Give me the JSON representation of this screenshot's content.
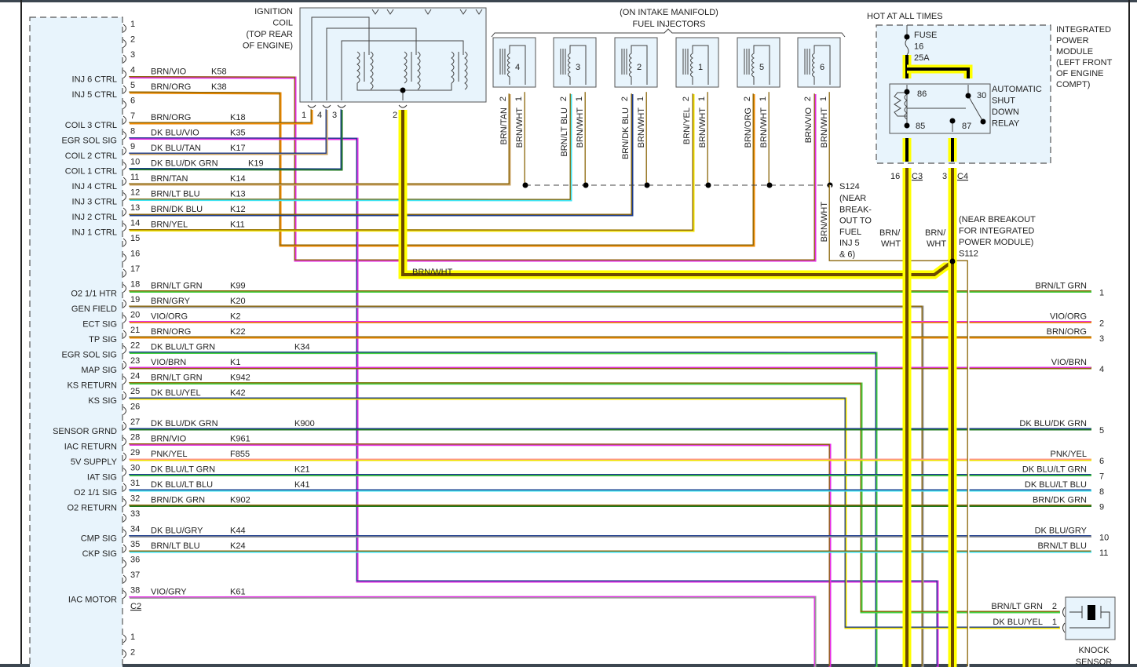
{
  "wire_colors": {
    "BRN": "#8b6508",
    "VIO": "#e62ee6",
    "ORG": "#f08a00",
    "DK BLU": "#1c3c8c",
    "TAN": "#c8a060",
    "DK GRN": "#1f7a1f",
    "LT BLU": "#3fe3f0",
    "YEL": "#f0e000",
    "LT GRN": "#44d040",
    "GRY": "#9a9a9a",
    "PNK": "#ff9090",
    "WHT": "#ffffff"
  },
  "highlight_color": "#ffff00",
  "ecm": {
    "pins": [
      {
        "pin": "1"
      },
      {
        "pin": "2"
      },
      {
        "pin": "3"
      },
      {
        "pin": "4",
        "func": "INJ 6 CTRL",
        "color": "BRN/VIO",
        "circuit": "K58"
      },
      {
        "pin": "5",
        "func": "INJ 5 CTRL",
        "color": "BRN/ORG",
        "circuit": "K38"
      },
      {
        "pin": "6"
      },
      {
        "pin": "7",
        "func": "COIL 3 CTRL",
        "color": "BRN/ORG",
        "circuit": "K18"
      },
      {
        "pin": "8",
        "func": "EGR SOL SIG",
        "color": "DK BLU/VIO",
        "circuit": "K35"
      },
      {
        "pin": "9",
        "func": "COIL 2 CTRL",
        "color": "DK BLU/TAN",
        "circuit": "K17"
      },
      {
        "pin": "10",
        "func": "COIL 1 CTRL",
        "color": "DK BLU/DK GRN",
        "circuit": "K19"
      },
      {
        "pin": "11",
        "func": "INJ 4 CTRL",
        "color": "BRN/TAN",
        "circuit": "K14"
      },
      {
        "pin": "12",
        "func": "INJ 3 CTRL",
        "color": "BRN/LT BLU",
        "circuit": "K13"
      },
      {
        "pin": "13",
        "func": "INJ 2 CTRL",
        "color": "BRN/DK BLU",
        "circuit": "K12"
      },
      {
        "pin": "14",
        "func": "INJ 1 CTRL",
        "color": "BRN/YEL",
        "circuit": "K11"
      },
      {
        "pin": "15"
      },
      {
        "pin": "16"
      },
      {
        "pin": "17"
      },
      {
        "pin": "18",
        "func": "O2 1/1 HTR",
        "color": "BRN/LT GRN",
        "circuit": "K99",
        "right_pin": "1"
      },
      {
        "pin": "19",
        "func": "GEN FIELD",
        "color": "BRN/GRY",
        "circuit": "K20"
      },
      {
        "pin": "20",
        "func": "ECT SIG",
        "color": "VIO/ORG",
        "circuit": "K2",
        "right_pin": "2"
      },
      {
        "pin": "21",
        "func": "TP SIG",
        "color": "BRN/ORG",
        "circuit": "K22",
        "right_pin": "3"
      },
      {
        "pin": "22",
        "func": "EGR SOL SIG",
        "color": "DK BLU/LT GRN",
        "circuit": "K34"
      },
      {
        "pin": "23",
        "func": "MAP SIG",
        "color": "VIO/BRN",
        "circuit": "K1",
        "right_pin": "4"
      },
      {
        "pin": "24",
        "func": "KS RETURN",
        "color": "BRN/LT GRN",
        "circuit": "K942"
      },
      {
        "pin": "25",
        "func": "KS SIG",
        "color": "DK BLU/YEL",
        "circuit": "K42"
      },
      {
        "pin": "26"
      },
      {
        "pin": "27",
        "func": "SENSOR GRND",
        "color": "DK BLU/DK GRN",
        "circuit": "K900",
        "right_pin": "5"
      },
      {
        "pin": "28",
        "func": "IAC RETURN",
        "color": "BRN/VIO",
        "circuit": "K961"
      },
      {
        "pin": "29",
        "func": "5V SUPPLY",
        "color": "PNK/YEL",
        "circuit": "F855",
        "right_pin": "6"
      },
      {
        "pin": "30",
        "func": "IAT SIG",
        "color": "DK BLU/LT GRN",
        "circuit": "K21",
        "right_pin": "7"
      },
      {
        "pin": "31",
        "func": "O2 1/1 SIG",
        "color": "DK BLU/LT BLU",
        "circuit": "K41",
        "right_pin": "8"
      },
      {
        "pin": "32",
        "func": "O2 RETURN",
        "color": "BRN/DK GRN",
        "circuit": "K902",
        "right_pin": "9"
      },
      {
        "pin": "33"
      },
      {
        "pin": "34",
        "func": "CMP SIG",
        "color": "DK BLU/GRY",
        "circuit": "K44",
        "right_pin": "10"
      },
      {
        "pin": "35",
        "func": "CKP SIG",
        "color": "BRN/LT BLU",
        "circuit": "K24",
        "right_pin": "11"
      },
      {
        "pin": "36"
      },
      {
        "pin": "37"
      },
      {
        "pin": "38",
        "func": "IAC MOTOR",
        "color": "VIO/GRY",
        "circuit": "K61"
      }
    ],
    "connector_label": "C2",
    "next_connector_pins": [
      "1",
      "2"
    ]
  },
  "ignition_coil": {
    "label": [
      "IGNITION",
      "COIL",
      "(TOP REAR",
      "OF ENGINE)"
    ],
    "pins": [
      "1",
      "4",
      "3",
      "2"
    ],
    "output_wire": "BRN/WHT"
  },
  "fuel_injectors": {
    "label": [
      "(ON INTAKE MANIFOLD)",
      "FUEL INJECTORS"
    ],
    "items": [
      {
        "num": "4",
        "pin2_label": "2",
        "pin1_label": "1",
        "pin2_color": "BRN/TAN",
        "pin1_color": "BRN/WHT"
      },
      {
        "num": "3",
        "pin2_label": "2",
        "pin1_label": "1",
        "pin2_color": "BRN/LT BLU",
        "pin1_color": "BRN/WHT"
      },
      {
        "num": "2",
        "pin2_label": "2",
        "pin1_label": "1",
        "pin2_color": "BRN/DK BLU",
        "pin1_color": "BRN/WHT"
      },
      {
        "num": "1",
        "pin2_label": "2",
        "pin1_label": "1",
        "pin2_color": "BRN/YEL",
        "pin1_color": "BRN/WHT"
      },
      {
        "num": "5",
        "pin2_label": "2",
        "pin1_label": "1",
        "pin2_color": "BRN/ORG",
        "pin1_color": "BRN/WHT"
      },
      {
        "num": "6",
        "pin2_label": "2",
        "pin1_label": "1",
        "pin2_color": "BRN/VIO",
        "pin1_color": "BRN/WHT"
      }
    ]
  },
  "splice_s124": {
    "label": [
      "S124",
      "(NEAR",
      "BREAK-",
      "OUT TO",
      "FUEL",
      "INJ 5",
      "& 6)"
    ],
    "wire_label": "BRN/WHT"
  },
  "splice_s112": {
    "label": [
      "(NEAR BREAKOUT",
      "FOR INTEGRATED",
      "POWER MODULE)",
      "S112"
    ]
  },
  "ipm": {
    "hot_label": "HOT AT ALL TIMES",
    "label": [
      "INTEGRATED",
      "POWER",
      "MODULE",
      "(LEFT FRONT",
      "OF ENGINE",
      "COMPT)"
    ],
    "fuse": [
      "FUSE",
      "16",
      "25A"
    ],
    "relay": {
      "label": [
        "AUTOMATIC",
        "SHUT",
        "DOWN",
        "RELAY"
      ],
      "terminals": [
        "86",
        "30",
        "85",
        "87"
      ]
    },
    "c3": {
      "pin": "16",
      "connector": "C3",
      "wire": [
        "BRN/",
        "WHT"
      ]
    },
    "c4": {
      "pin": "3",
      "connector": "C4",
      "wire": [
        "BRN/",
        "WHT"
      ]
    }
  },
  "knock_sensor": {
    "label": [
      "KNOCK",
      "SENSOR"
    ],
    "pins": [
      {
        "pin": "2",
        "color": "BRN/LT GRN"
      },
      {
        "pin": "1",
        "color": "DK BLU/YEL"
      }
    ]
  }
}
